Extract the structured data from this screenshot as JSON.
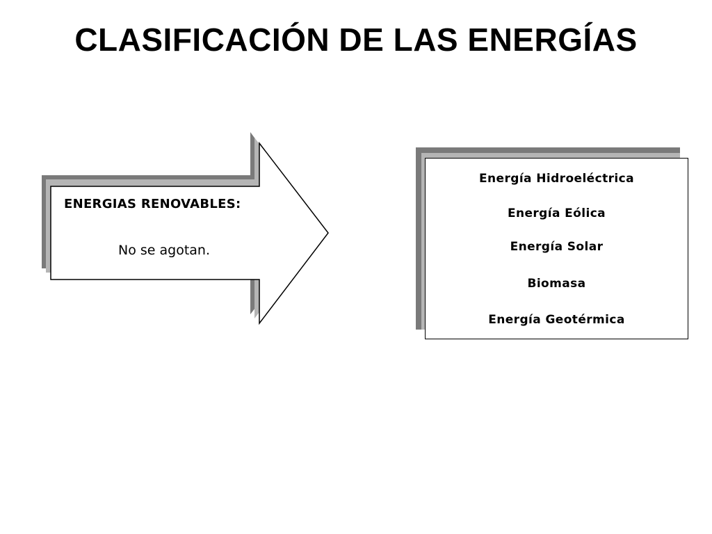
{
  "slide": {
    "title": "CLASIFICACIÓN DE LAS ENERGÍAS"
  },
  "arrow": {
    "heading": "ENERGIAS RENOVABLES:",
    "subtext": "No se agotan."
  },
  "list": {
    "items": [
      "Energía Hidroeléctrica",
      "Energía Eólica",
      "Energía Solar",
      "Biomasa",
      "Energía Geotérmica"
    ]
  },
  "colors": {
    "shadow_dark": "#7a7a7a",
    "shadow_light": "#b5b5b5",
    "stroke": "#000000"
  }
}
